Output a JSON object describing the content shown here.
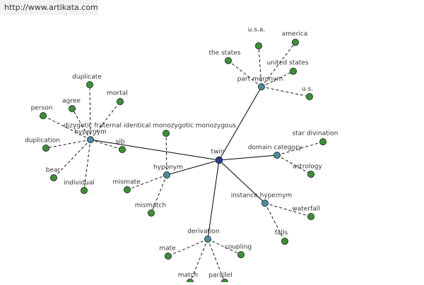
{
  "watermark": "http://www.artikata.com",
  "colors": {
    "root": "#2e3a8c",
    "relation": "#4a8c99",
    "leaf": "#3f8f3a",
    "edge": "#000000",
    "node_stroke": "#1a1a1a"
  },
  "graph": {
    "nodes": [
      {
        "id": "twin",
        "label": "twin",
        "kind": "root"
      },
      {
        "id": "part-meronym",
        "label": "part meronym",
        "kind": "relation"
      },
      {
        "id": "usa-dotted",
        "label": "u.s.a.",
        "kind": "leaf"
      },
      {
        "id": "america",
        "label": "america",
        "kind": "leaf"
      },
      {
        "id": "the-states",
        "label": "the states",
        "kind": "leaf"
      },
      {
        "id": "united-states",
        "label": "united states",
        "kind": "leaf"
      },
      {
        "id": "us-dotted",
        "label": "u.s.",
        "kind": "leaf"
      },
      {
        "id": "hypernym-left",
        "label": "hypernym",
        "kind": "relation"
      },
      {
        "id": "duplicate",
        "label": "duplicate",
        "kind": "leaf"
      },
      {
        "id": "agree",
        "label": "agree",
        "kind": "leaf"
      },
      {
        "id": "mortal",
        "label": "mortal",
        "kind": "leaf"
      },
      {
        "id": "person",
        "label": "person",
        "kind": "leaf"
      },
      {
        "id": "duplication",
        "label": "duplication",
        "kind": "leaf"
      },
      {
        "id": "sib",
        "label": "sib",
        "kind": "leaf"
      },
      {
        "id": "bear",
        "label": "bear",
        "kind": "leaf"
      },
      {
        "id": "individual",
        "label": "individual",
        "kind": "leaf"
      },
      {
        "id": "hyponym",
        "label": "hyponym",
        "kind": "relation"
      },
      {
        "id": "monozygotic",
        "label": "dizygotic fraternal identical monozygotic monozygous",
        "kind": "leaf"
      },
      {
        "id": "mismate",
        "label": "mismate",
        "kind": "leaf"
      },
      {
        "id": "mismatch",
        "label": "mismatch",
        "kind": "leaf"
      },
      {
        "id": "domain-category",
        "label": "domain category",
        "kind": "relation"
      },
      {
        "id": "star-divination",
        "label": "star divination",
        "kind": "leaf"
      },
      {
        "id": "astrology",
        "label": "astrology",
        "kind": "leaf"
      },
      {
        "id": "instance-hypernym",
        "label": "instance hypernym",
        "kind": "relation"
      },
      {
        "id": "waterfall",
        "label": "waterfall",
        "kind": "leaf"
      },
      {
        "id": "falls",
        "label": "falls",
        "kind": "leaf"
      },
      {
        "id": "derivation",
        "label": "derivation",
        "kind": "relation"
      },
      {
        "id": "mate",
        "label": "mate",
        "kind": "leaf"
      },
      {
        "id": "coupling",
        "label": "coupling",
        "kind": "leaf"
      },
      {
        "id": "match",
        "label": "match",
        "kind": "leaf"
      },
      {
        "id": "parallel",
        "label": "parallel",
        "kind": "leaf"
      }
    ],
    "edges": [
      {
        "from": "twin",
        "to": "part-meronym",
        "style": "solid"
      },
      {
        "from": "twin",
        "to": "hypernym-left",
        "style": "solid"
      },
      {
        "from": "twin",
        "to": "hyponym",
        "style": "solid"
      },
      {
        "from": "twin",
        "to": "domain-category",
        "style": "solid"
      },
      {
        "from": "twin",
        "to": "instance-hypernym",
        "style": "solid"
      },
      {
        "from": "twin",
        "to": "derivation",
        "style": "solid"
      },
      {
        "from": "part-meronym",
        "to": "usa-dotted",
        "style": "dashed"
      },
      {
        "from": "part-meronym",
        "to": "america",
        "style": "dashed"
      },
      {
        "from": "part-meronym",
        "to": "the-states",
        "style": "dashed"
      },
      {
        "from": "part-meronym",
        "to": "united-states",
        "style": "dashed"
      },
      {
        "from": "part-meronym",
        "to": "us-dotted",
        "style": "dashed"
      },
      {
        "from": "hypernym-left",
        "to": "duplicate",
        "style": "dashed"
      },
      {
        "from": "hypernym-left",
        "to": "agree",
        "style": "dashed"
      },
      {
        "from": "hypernym-left",
        "to": "mortal",
        "style": "dashed"
      },
      {
        "from": "hypernym-left",
        "to": "person",
        "style": "dashed"
      },
      {
        "from": "hypernym-left",
        "to": "duplication",
        "style": "dashed"
      },
      {
        "from": "hypernym-left",
        "to": "sib",
        "style": "dashed"
      },
      {
        "from": "hypernym-left",
        "to": "bear",
        "style": "dashed"
      },
      {
        "from": "hypernym-left",
        "to": "individual",
        "style": "dashed"
      },
      {
        "from": "hyponym",
        "to": "monozygotic",
        "style": "dashed"
      },
      {
        "from": "hyponym",
        "to": "mismate",
        "style": "dashed"
      },
      {
        "from": "hyponym",
        "to": "mismatch",
        "style": "dashed"
      },
      {
        "from": "domain-category",
        "to": "star-divination",
        "style": "dashed"
      },
      {
        "from": "domain-category",
        "to": "astrology",
        "style": "dashed"
      },
      {
        "from": "instance-hypernym",
        "to": "waterfall",
        "style": "dashed"
      },
      {
        "from": "instance-hypernym",
        "to": "falls",
        "style": "dashed"
      },
      {
        "from": "derivation",
        "to": "mate",
        "style": "dashed"
      },
      {
        "from": "derivation",
        "to": "coupling",
        "style": "dashed"
      },
      {
        "from": "derivation",
        "to": "match",
        "style": "dashed"
      },
      {
        "from": "derivation",
        "to": "parallel",
        "style": "dashed"
      }
    ]
  }
}
